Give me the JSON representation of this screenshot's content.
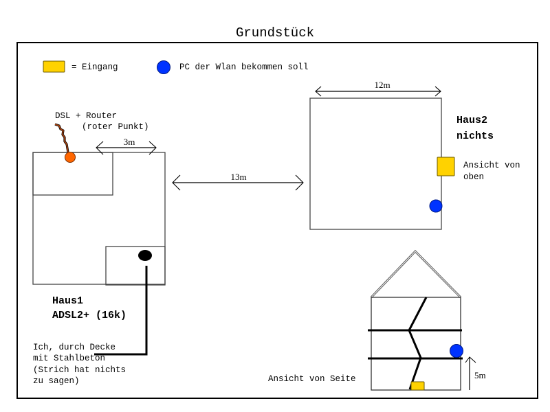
{
  "title": "Grundstück",
  "legend": {
    "entrance_label": "= Eingang",
    "pc_label": "PC der Wlan bekommen soll"
  },
  "colors": {
    "entrance": "#ffd200",
    "pc": "#0033ff",
    "router": "#ff6600",
    "cable": "#8b3a0f"
  },
  "house1": {
    "router_label_line1": "DSL + Router",
    "router_label_line2": "(roter Punkt)",
    "dim_width": "3m",
    "name": "Haus1",
    "connection": "ADSL2+ (16k)",
    "me_line1": "Ich, durch Decke",
    "me_line2": "mit Stahlbeton",
    "me_line3": "(Strich hat nichts",
    "me_line4": "zu sagen)"
  },
  "distance_between": "13m",
  "house2": {
    "dim_width": "12m",
    "name": "Haus2",
    "status": "nichts",
    "view_line1": "Ansicht von",
    "view_line2": "oben"
  },
  "side_view": {
    "label": "Ansicht von Seite",
    "height": "5m"
  }
}
